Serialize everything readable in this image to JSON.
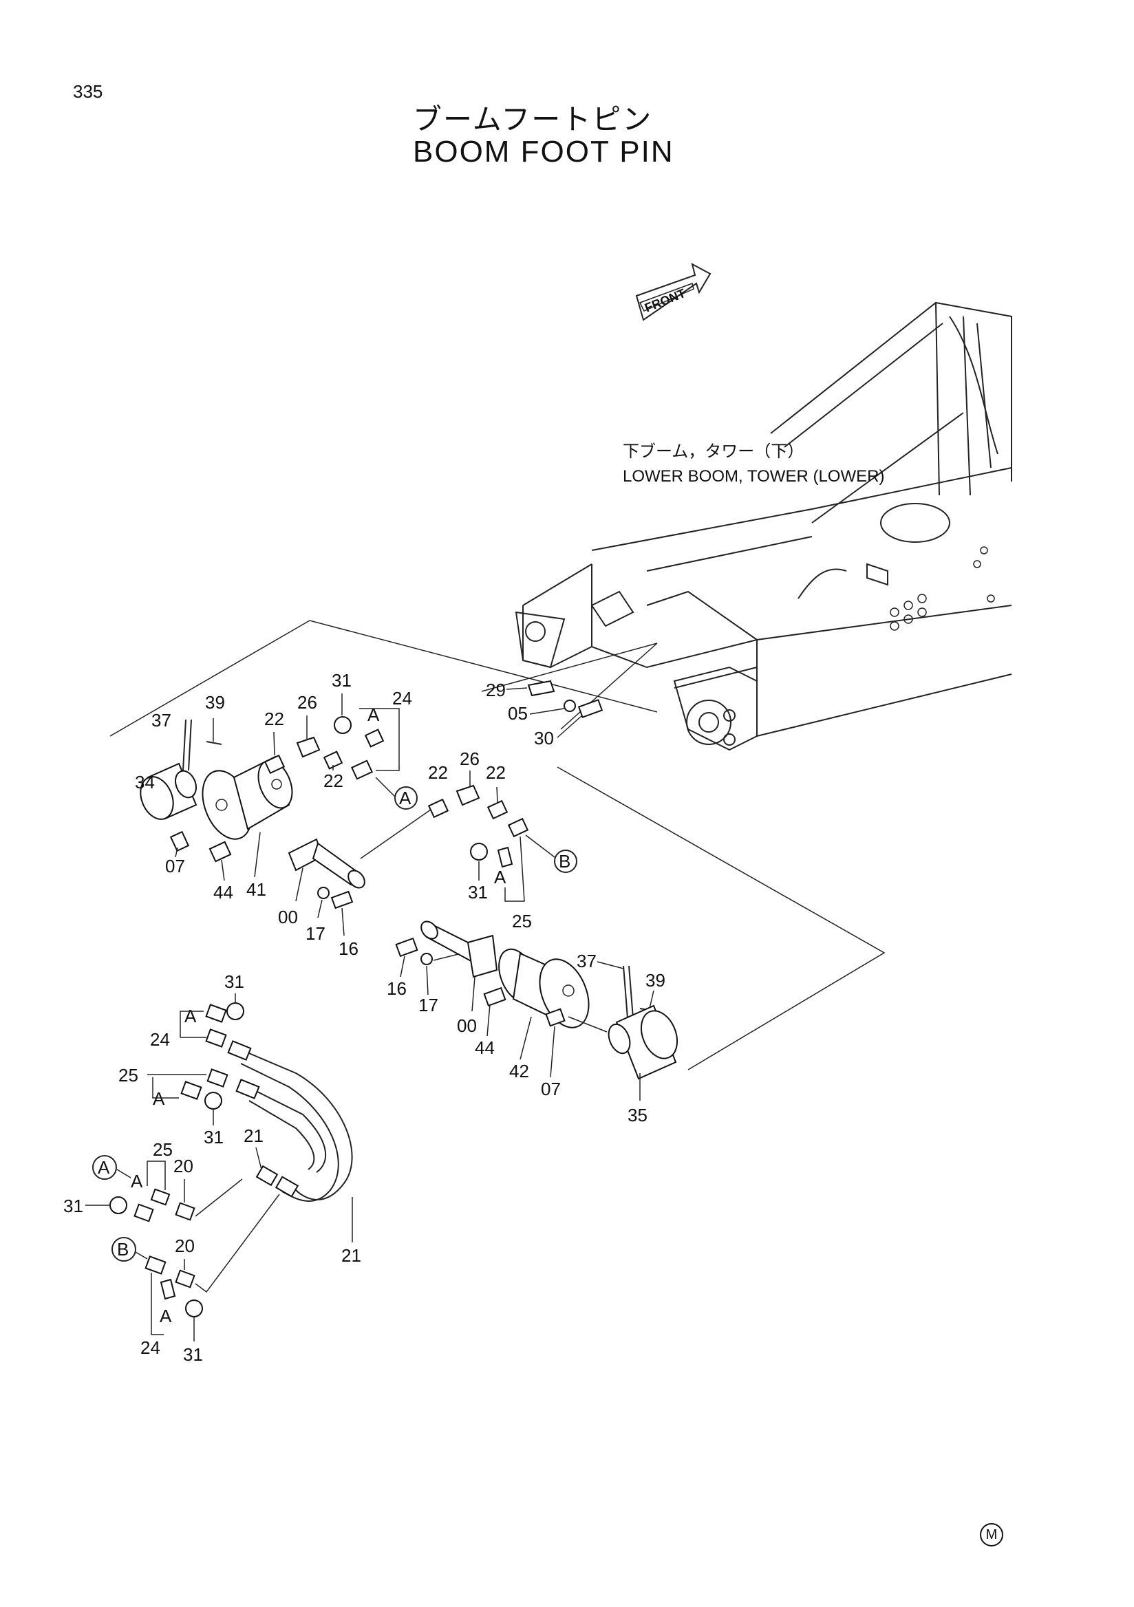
{
  "page": {
    "number": "335",
    "title_jp": "ブームフートピン",
    "title_en": "BOOM FOOT PIN"
  },
  "front_label": "FRONT",
  "assembly_note": {
    "jp": "下ブーム，タワー（下）",
    "en": "LOWER BOOM, TOWER (LOWER)"
  },
  "reference_marks": {
    "a": "A",
    "b": "B",
    "m": "M"
  },
  "callouts": {
    "c29": "29",
    "c05": "05",
    "c30": "30",
    "c37a": "37",
    "c39a": "39",
    "c34": "34",
    "c07a": "07",
    "c44a": "44",
    "c41": "41",
    "c00a": "00",
    "c17a": "17",
    "c16a": "16",
    "c22a": "22",
    "c26a": "26",
    "c31a": "31",
    "c24a": "24",
    "c22b": "22",
    "c22c": "22",
    "c26b": "26",
    "c22d": "22",
    "c31b": "31",
    "c25a": "25",
    "c16b": "16",
    "c17b": "17",
    "c00b": "00",
    "c44b": "44",
    "c42": "42",
    "c07b": "07",
    "c37b": "37",
    "c39b": "39",
    "c35": "35",
    "c31c": "31",
    "c24b": "24",
    "c25b": "25",
    "c31d": "31",
    "c21a": "21",
    "c21b": "21",
    "c25c": "25",
    "c20a": "20",
    "c31e": "31",
    "c20b": "20",
    "c24c": "24",
    "c31f": "31"
  },
  "sub_labels": {
    "a1": "A",
    "a2": "A",
    "a3": "A",
    "a4": "A",
    "a5": "A",
    "a6": "A"
  }
}
